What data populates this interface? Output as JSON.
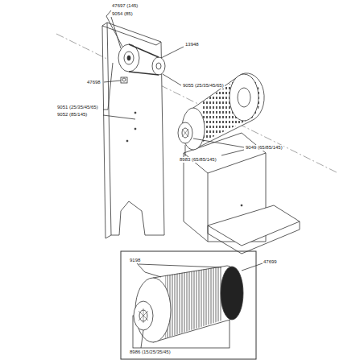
{
  "diagram": {
    "labels": [
      "47697 (145)",
      "9054 (85)",
      "13948",
      "47698",
      "9055 (25/35/45/65)",
      "9051 (25/35/45/65)",
      "9052 (85/145)",
      "9049 (65/85/145)",
      "8983 (65/85/145)",
      "9198",
      "47699",
      "8986 (15/25/35/45)"
    ]
  }
}
